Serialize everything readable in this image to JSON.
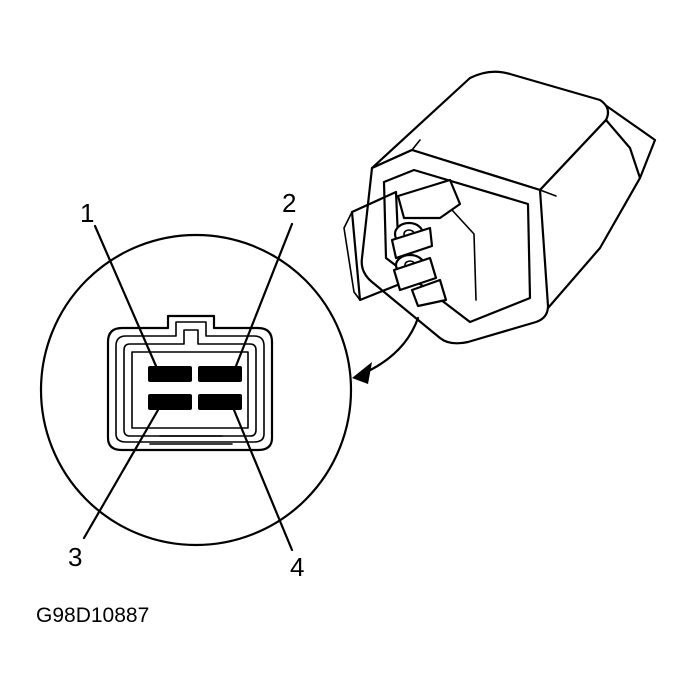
{
  "figure_code": "G98D10887",
  "pins": [
    {
      "label": "1"
    },
    {
      "label": "2"
    },
    {
      "label": "3"
    },
    {
      "label": "4"
    }
  ],
  "colors": {
    "line": "#000000",
    "background": "#ffffff"
  }
}
